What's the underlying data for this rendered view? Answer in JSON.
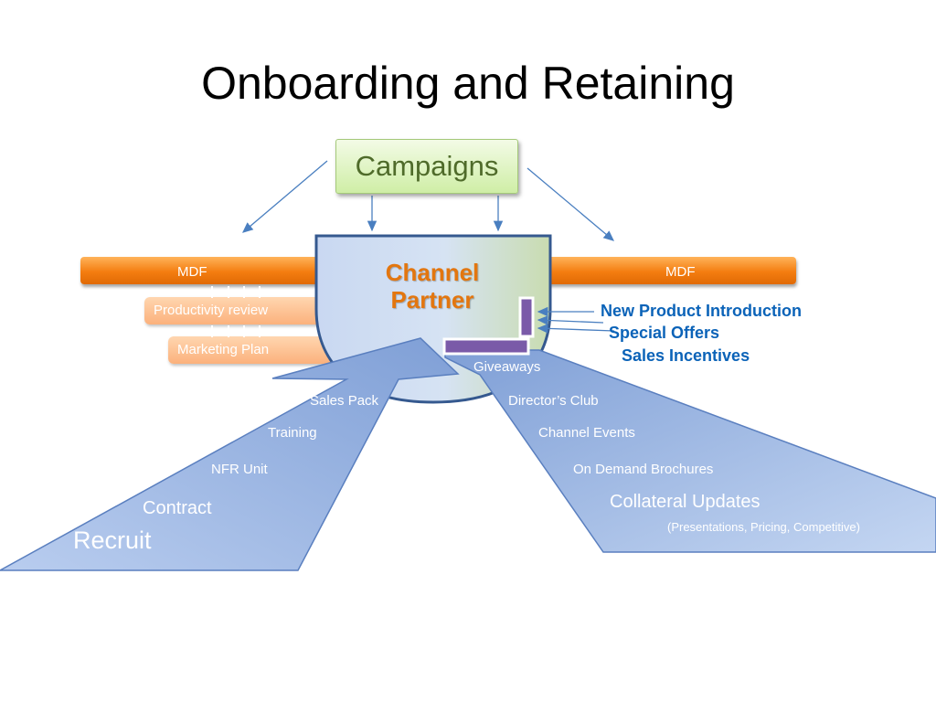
{
  "slide": {
    "title": "Onboarding and Retaining",
    "campaigns": "Campaigns",
    "channel_partner": [
      "Channel",
      "Partner"
    ],
    "mdf_left": "MDF",
    "mdf_right": "MDF",
    "productivity_review": "Productivity review",
    "marketing_plan": "Marketing Plan",
    "right_side": {
      "new_product": "New Product Introduction",
      "special_offers": "Special Offers",
      "sales_incentives": "Sales Incentives"
    },
    "left_arrow_items": {
      "sales_pack": "Sales Pack",
      "training": "Training",
      "nfr_unit": "NFR Unit",
      "contract": "Contract",
      "recruit": "Recruit"
    },
    "right_arrow_items": {
      "giveaways": "Giveaways",
      "directors_club": "Director’s Club",
      "channel_events": "Channel Events",
      "on_demand": "On Demand Brochures",
      "collateral": "Collateral Updates",
      "collateral_note": "(Presentations, Pricing, Competitive)"
    }
  }
}
